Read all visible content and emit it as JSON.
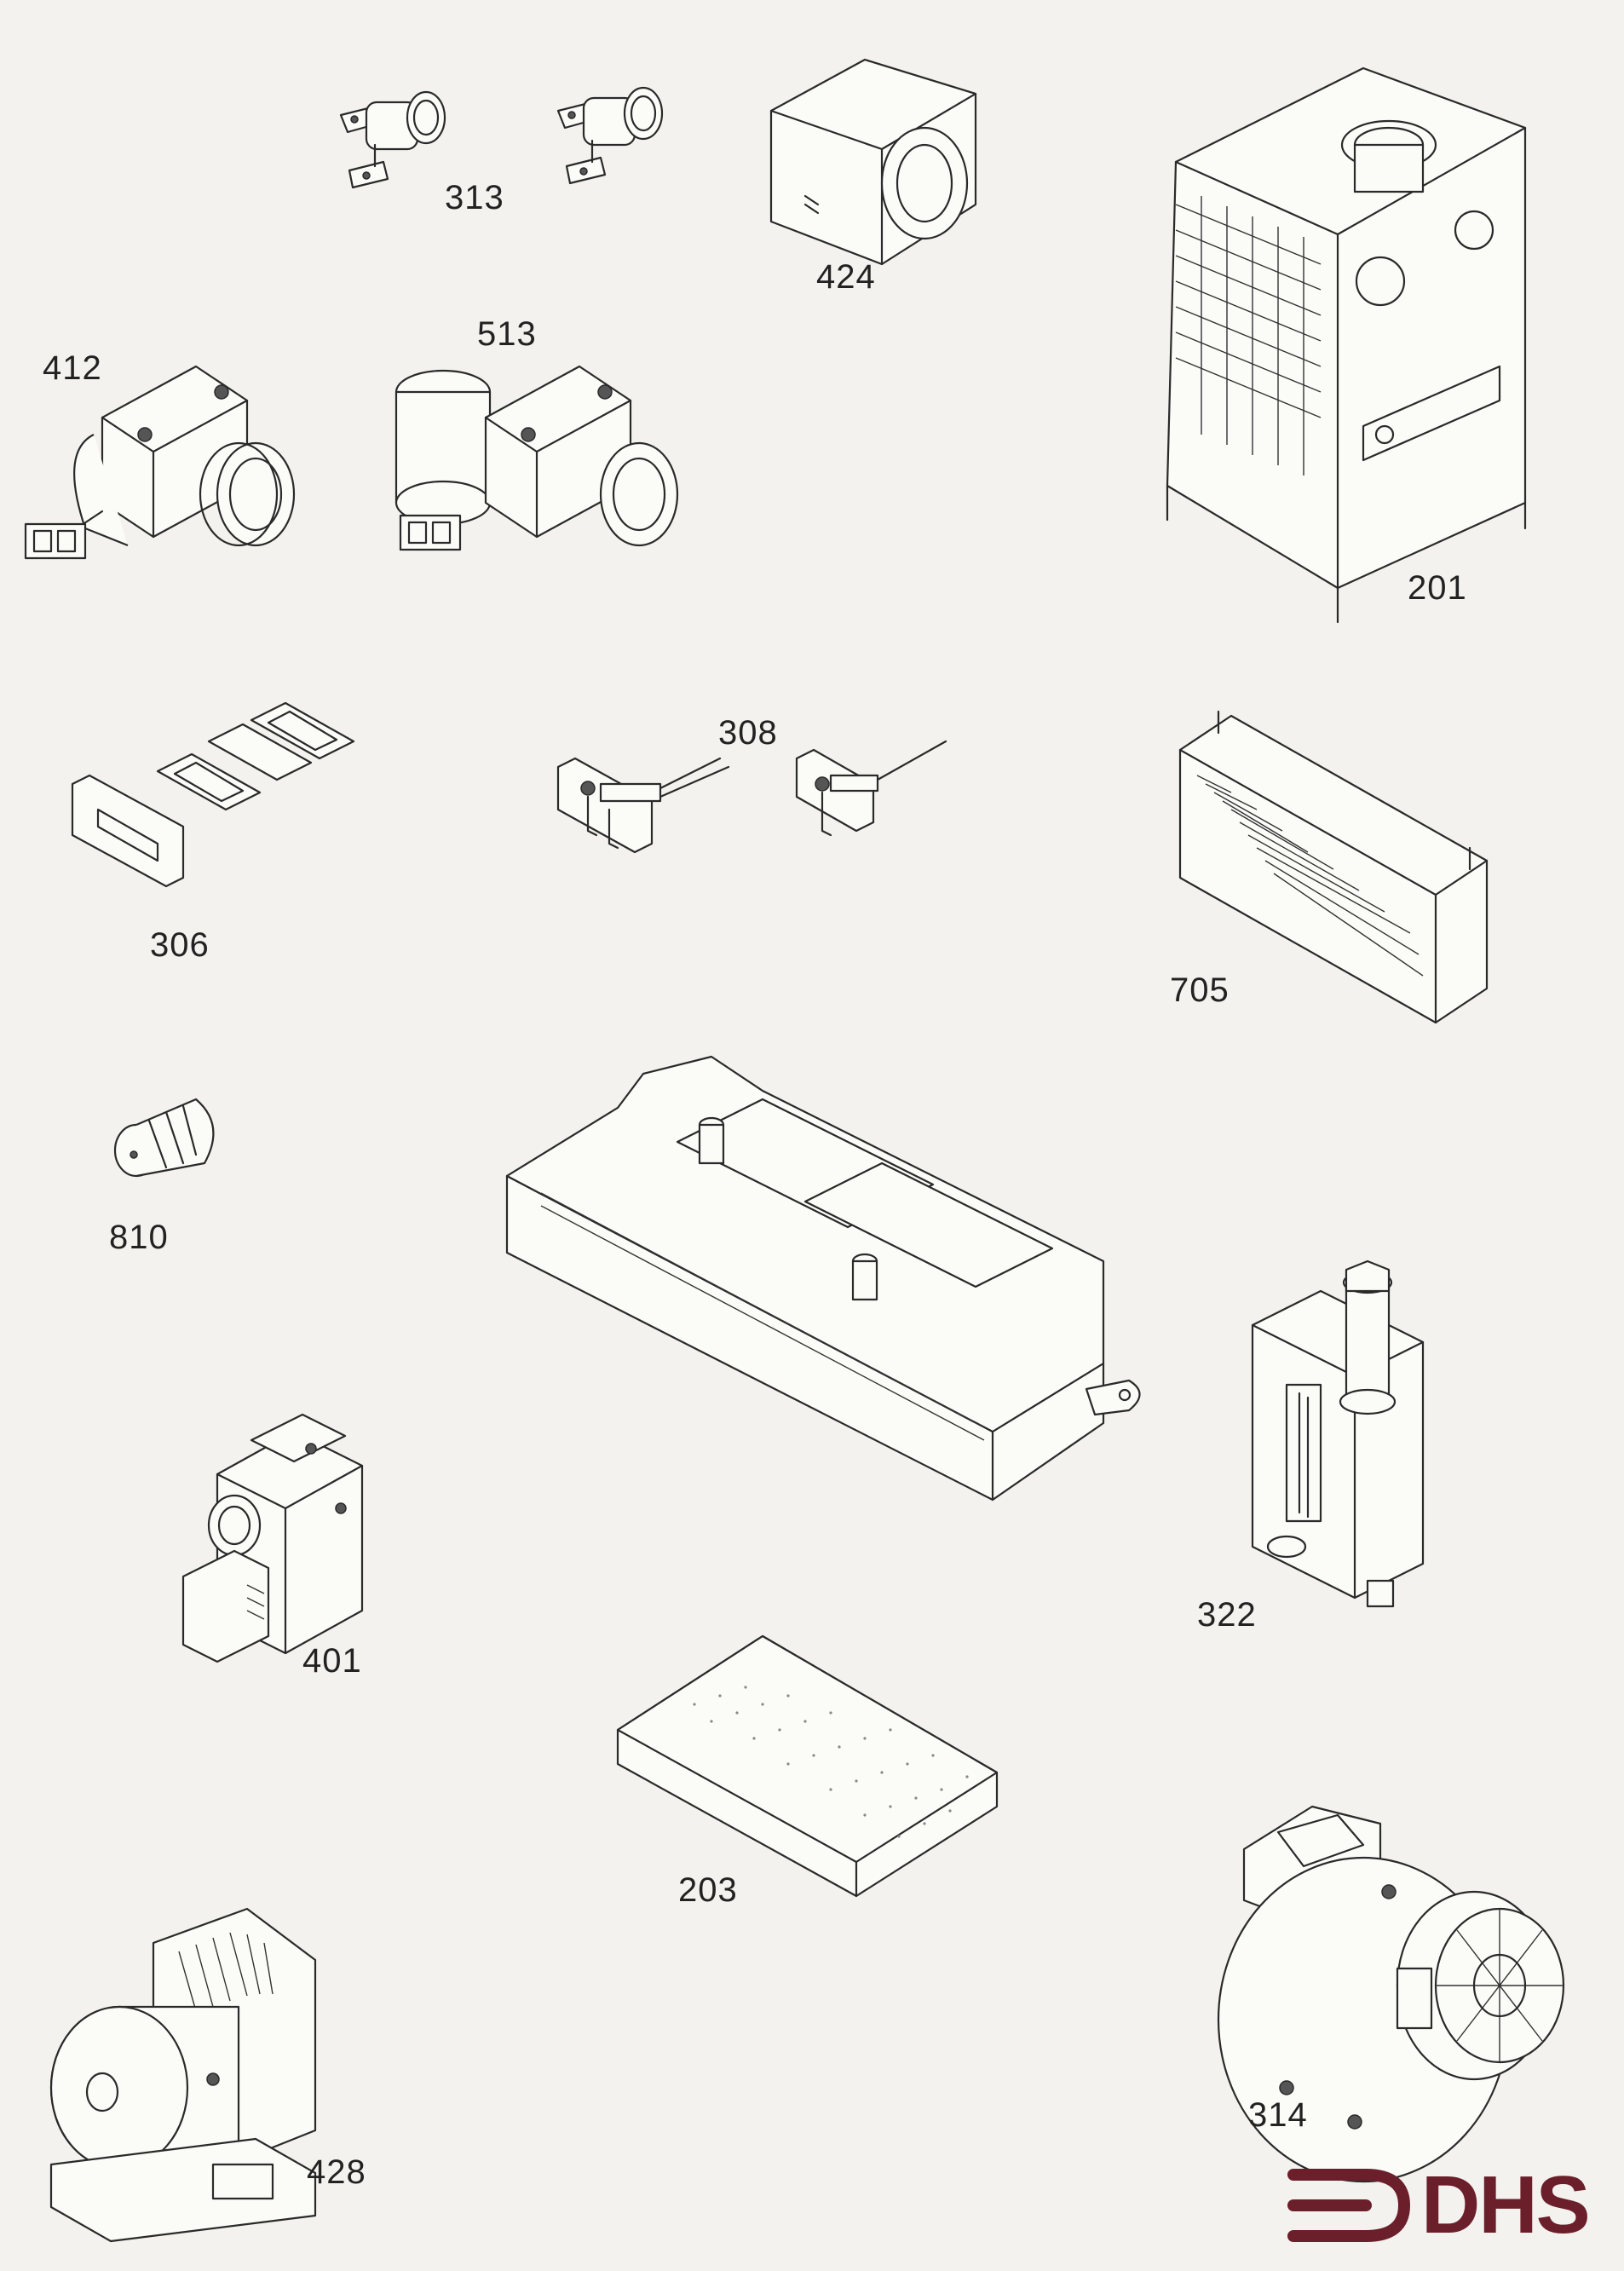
{
  "parts": [
    {
      "id": "p313",
      "label": "313",
      "icon": "thermistor-clip-icon"
    },
    {
      "id": "p424",
      "label": "424",
      "icon": "actuator-head-icon"
    },
    {
      "id": "p201",
      "label": "201",
      "icon": "heat-exchanger-icon"
    },
    {
      "id": "p412",
      "label": "412",
      "icon": "solenoid-valve-icon"
    },
    {
      "id": "p513",
      "label": "513",
      "icon": "solenoid-valve-with-coil-icon"
    },
    {
      "id": "p306",
      "label": "306",
      "icon": "gasket-set-icon"
    },
    {
      "id": "p308",
      "label": "308",
      "icon": "electrode-icon"
    },
    {
      "id": "p705",
      "label": "705",
      "icon": "plate-heat-exchanger-icon"
    },
    {
      "id": "p810",
      "label": "810",
      "icon": "control-knob-icon"
    },
    {
      "id": "p401",
      "label": "401",
      "icon": "gas-valve-icon"
    },
    {
      "id": "p322",
      "label": "322",
      "icon": "pressure-switch-icon"
    },
    {
      "id": "p203",
      "label": "203",
      "icon": "burner-plate-icon"
    },
    {
      "id": "p428",
      "label": "428",
      "icon": "circulating-pump-icon"
    },
    {
      "id": "p314",
      "label": "314",
      "icon": "fan-blower-icon"
    }
  ],
  "pcb": {
    "icon": "control-board-icon"
  },
  "logo": {
    "text": "DHS",
    "color": "#6b1f2a"
  }
}
